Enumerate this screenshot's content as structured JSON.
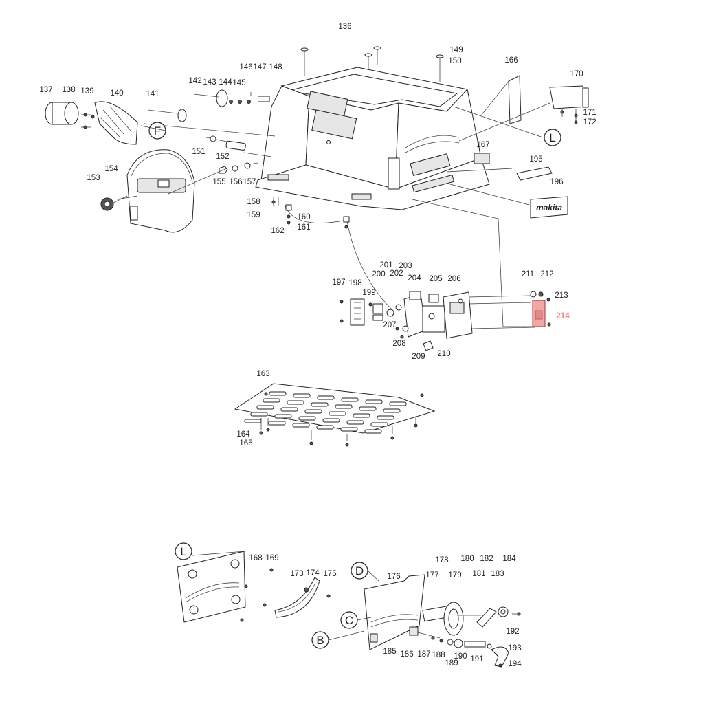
{
  "diagram": {
    "title": "",
    "highlight_color": "#f08a8a",
    "highlighted_part": "214",
    "brand_plate_text": "makita",
    "callouts": [
      {
        "id": "F",
        "label": "F"
      },
      {
        "id": "L-top",
        "label": "L"
      },
      {
        "id": "L-bottom",
        "label": "L"
      },
      {
        "id": "D",
        "label": "D"
      },
      {
        "id": "C",
        "label": "C"
      },
      {
        "id": "B",
        "label": "B"
      }
    ],
    "part_numbers": [
      "136",
      "137",
      "138",
      "139",
      "140",
      "141",
      "142",
      "143",
      "144",
      "145",
      "146",
      "147",
      "148",
      "149",
      "150",
      "151",
      "152",
      "153",
      "154",
      "155",
      "156",
      "157",
      "158",
      "159",
      "160",
      "161",
      "162",
      "163",
      "164",
      "165",
      "166",
      "167",
      "168",
      "169",
      "170",
      "171",
      "172",
      "173",
      "174",
      "175",
      "176",
      "177",
      "178",
      "179",
      "180",
      "181",
      "182",
      "183",
      "184",
      "185",
      "186",
      "187",
      "188",
      "189",
      "190",
      "191",
      "192",
      "193",
      "194",
      "195",
      "196",
      "197",
      "198",
      "199",
      "200",
      "201",
      "202",
      "203",
      "204",
      "205",
      "206",
      "207",
      "208",
      "209",
      "210",
      "211",
      "212",
      "213",
      "214"
    ]
  }
}
